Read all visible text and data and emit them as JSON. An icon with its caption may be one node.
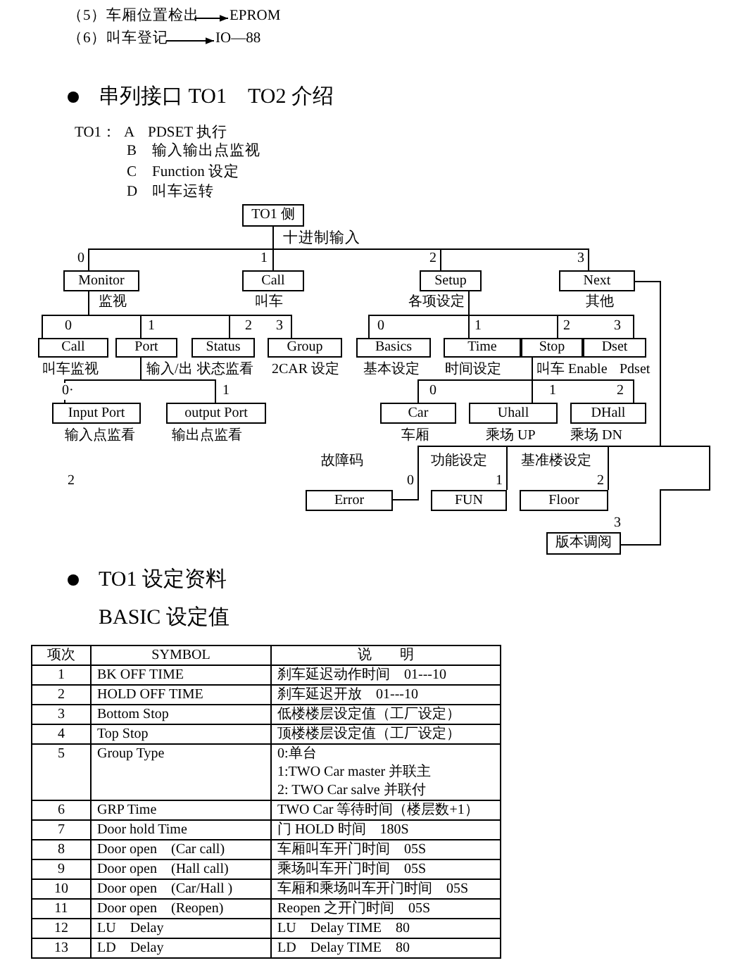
{
  "diagram": {
    "nodes": [
      {
        "text": [
          "（5）车厢位置检出"
        ]
      },
      {
        "text": [
          "EPROM"
        ]
      },
      {
        "text": [
          "（6）叫车登记"
        ]
      },
      {
        "text": [
          "IO—88"
        ]
      },
      {
        "text": [
          "TO1 侧"
        ]
      },
      {
        "text": [
          "Monitor"
        ],
        "beside": [
          "监视"
        ]
      },
      {
        "text": [
          "Call"
        ],
        "beside": [
          "叫车"
        ]
      },
      {
        "text": [
          "Setup"
        ],
        "beside": [
          "各项设定"
        ]
      },
      {
        "text": [
          "Next"
        ],
        "beside": [
          "其他"
        ]
      },
      {
        "text": [
          "Call"
        ],
        "beside": [
          "叫车监视"
        ]
      },
      {
        "text": [
          "Port"
        ],
        "beside": [
          "输入/出"
        ]
      },
      {
        "text": [
          "Status"
        ],
        "beside": [
          "状态监看"
        ]
      },
      {
        "text": [
          "Group"
        ],
        "beside": [
          "2CAR 设定"
        ]
      },
      {
        "text": [
          "Input Port"
        ],
        "beside": [
          "输入点监看"
        ]
      },
      {
        "text": [
          "output Port"
        ],
        "beside": [
          "输出点监看"
        ]
      },
      {
        "text": [
          "Basics"
        ],
        "beside": [
          "基本设定"
        ]
      },
      {
        "text": [
          "Time"
        ],
        "beside": [
          "时间设定"
        ]
      },
      {
        "text": [
          "Stop"
        ],
        "beside": [
          "叫车 Enable"
        ]
      },
      {
        "text": [
          "Dset"
        ],
        "beside": [
          "Pdset"
        ]
      },
      {
        "text": [
          "Car"
        ],
        "beside": [
          "车厢"
        ]
      },
      {
        "text": [
          "Uhall"
        ],
        "beside": [
          "乘场 UP"
        ]
      },
      {
        "text": [
          "DHall"
        ],
        "beside": [
          "乘场 DN"
        ]
      },
      {
        "text": [
          "Error"
        ],
        "beside": [
          "故障码"
        ]
      },
      {
        "text": [
          "FUN"
        ],
        "beside": [
          "功能设定"
        ]
      },
      {
        "text": [
          "Floor"
        ],
        "beside": [
          "基准楼设定"
        ]
      },
      {
        "text": [
          "版本调阅"
        ]
      }
    ],
    "edges": [
      {
        "from": 0,
        "to": 1,
        "arrow": "to"
      },
      {
        "from": 2,
        "to": 3,
        "arrow": "to"
      },
      {
        "from": 4,
        "to": 5,
        "arrow": "none",
        "label": "0"
      },
      {
        "from": 4,
        "to": 6,
        "arrow": "none",
        "label": "1"
      },
      {
        "from": 4,
        "to": 7,
        "arrow": "none",
        "label": "2"
      },
      {
        "from": 4,
        "to": 8,
        "arrow": "none",
        "label": "3"
      },
      {
        "from": 5,
        "to": 9,
        "arrow": "none",
        "label": "0"
      },
      {
        "from": 5,
        "to": 10,
        "arrow": "none",
        "label": "1"
      },
      {
        "from": 5,
        "to": 11,
        "arrow": "none",
        "label": "2"
      },
      {
        "from": 5,
        "to": 12,
        "arrow": "none",
        "label": "3"
      },
      {
        "from": 10,
        "to": 13,
        "arrow": "none",
        "label": "0·"
      },
      {
        "from": 10,
        "to": 14,
        "arrow": "none",
        "label": "1"
      },
      {
        "from": 7,
        "to": 15,
        "arrow": "none",
        "label": "0"
      },
      {
        "from": 7,
        "to": 16,
        "arrow": "none",
        "label": "1"
      },
      {
        "from": 7,
        "to": 17,
        "arrow": "none",
        "label": "2"
      },
      {
        "from": 7,
        "to": 18,
        "arrow": "none",
        "label": "3"
      },
      {
        "from": 17,
        "to": 19,
        "arrow": "none",
        "label": "0"
      },
      {
        "from": 17,
        "to": 20,
        "arrow": "none",
        "label": "1"
      },
      {
        "from": 17,
        "to": 21,
        "arrow": "none",
        "label": "2"
      },
      {
        "from": 8,
        "to": 22,
        "arrow": "none",
        "label": "0"
      },
      {
        "from": 8,
        "to": 23,
        "arrow": "none",
        "label": "1"
      },
      {
        "from": 8,
        "to": 24,
        "arrow": "none",
        "label": "2"
      },
      {
        "from": 8,
        "to": 25,
        "arrow": "none",
        "label": "3"
      }
    ],
    "labels": [
      "串列接口 TO1　TO2 介绍",
      "TO1：",
      "A",
      "PDSET 执行",
      "B",
      "输入输出点监视",
      "C",
      "Function 设定",
      "D",
      "叫车运转",
      "十进制输入",
      "2",
      "TO1 设定资料",
      "BASIC 设定值",
      "项次",
      "SYMBOL",
      "说　　明",
      "1",
      "BK OFF TIME",
      "刹车延迟动作时间　01---10",
      "2",
      "HOLD OFF TIME",
      "刹车延迟开放　01---10",
      "3",
      "Bottom Stop",
      "低楼楼层设定值（工厂设定）",
      "4",
      "Top Stop",
      "顶楼楼层设定值（工厂设定）",
      "5",
      "Group Type",
      "0:单台",
      "1:TWO Car master 并联主",
      "2: TWO Car salve 并联付",
      "6",
      "GRP Time",
      "TWO Car 等待时间（楼层数+1）",
      "7",
      "Door hold Time",
      "门 HOLD 时间　180S",
      "8",
      "Door open　(Car call)",
      "车厢叫车开门时间　05S",
      "9",
      "Door open　(Hall call)",
      "乘场叫车开门时间　05S",
      "10",
      "Door open　(Car/Hall )",
      "车厢和乘场叫车开门时间　05S",
      "11",
      "Door open　(Reopen)",
      "Reopen 之开门时间　05S",
      "12",
      "LU　Delay",
      "LU　Delay TIME　80",
      "13",
      "LD　Delay",
      "LD　Delay TIME　80"
    ]
  }
}
